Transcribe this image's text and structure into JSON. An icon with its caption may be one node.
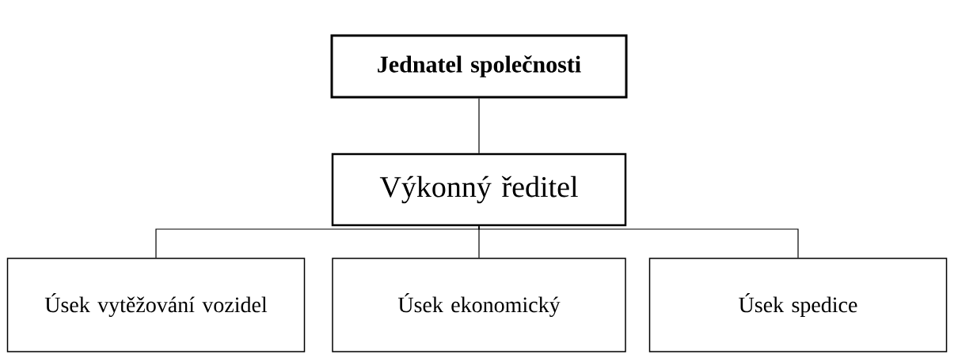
{
  "diagram": {
    "nodes": [
      {
        "text": [
          "**Jednatel společnosti**"
        ]
      },
      {
        "text": [
          "Výkonný ředitel"
        ]
      },
      {
        "text": [
          "Úsek vytěžování vozidel"
        ]
      },
      {
        "text": [
          "Úsek ekonomický"
        ]
      },
      {
        "text": [
          "Úsek spedice"
        ]
      }
    ],
    "edges": [
      {
        "from": 0,
        "to": 1,
        "arrow": "none"
      },
      {
        "from": 1,
        "to": 2,
        "arrow": "none"
      },
      {
        "from": 1,
        "to": 3,
        "arrow": "none"
      },
      {
        "from": 1,
        "to": 4,
        "arrow": "none"
      }
    ]
  }
}
